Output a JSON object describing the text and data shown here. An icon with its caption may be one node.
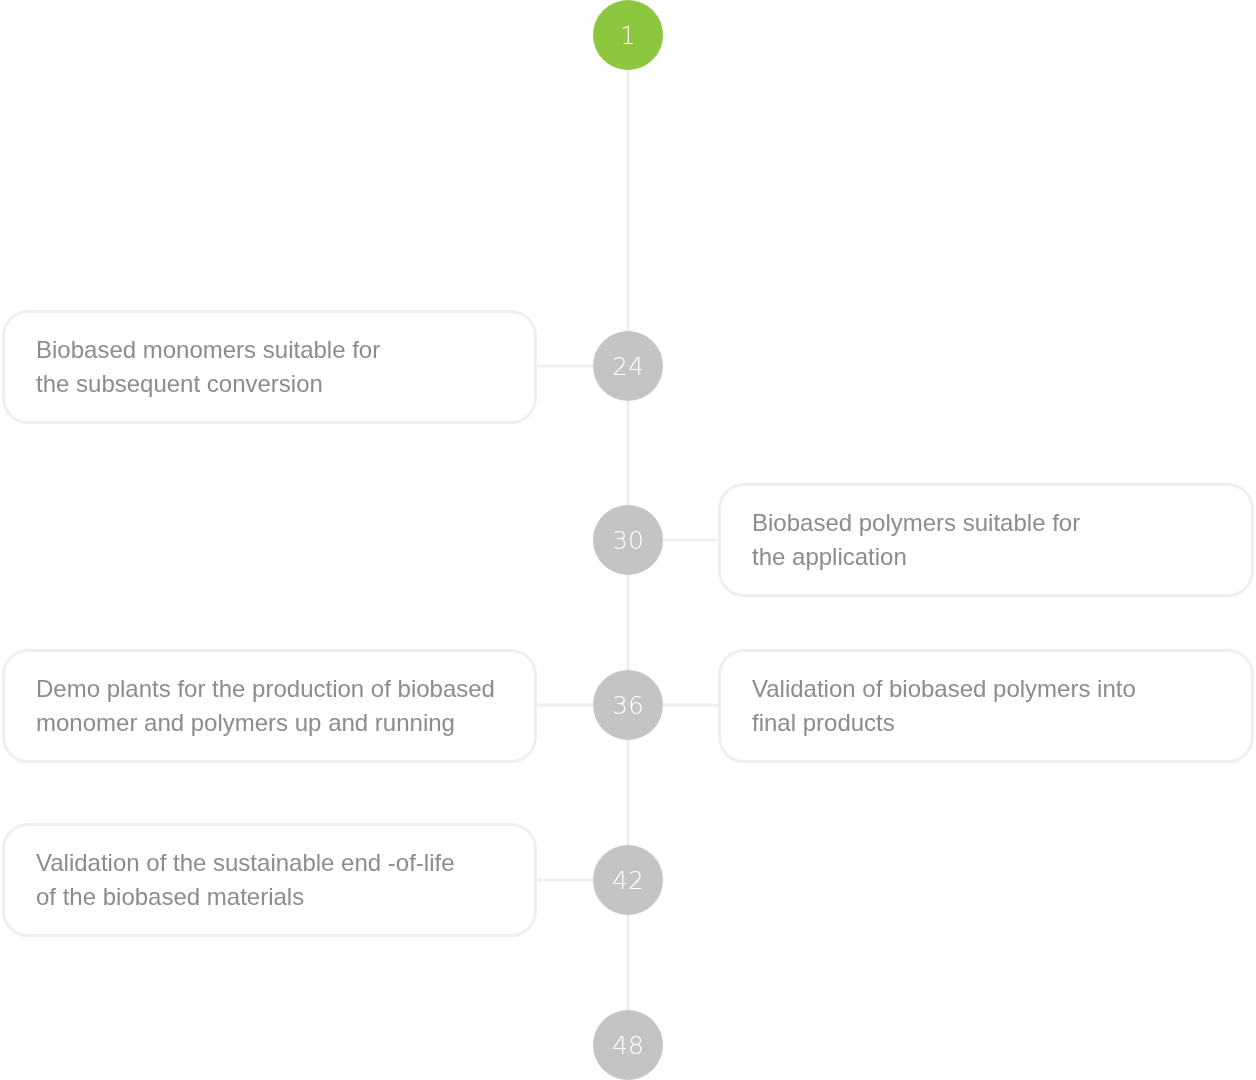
{
  "diagram": {
    "nodes": [
      {
        "text": [
          "1"
        ]
      },
      {
        "text": [
          "Biobased monomers suitable for the subsequent conversion"
        ]
      },
      {
        "text": [
          "24"
        ]
      },
      {
        "text": [
          "30"
        ]
      },
      {
        "text": [
          "Biobased polymers suitable for the application"
        ]
      },
      {
        "text": [
          "Demo plants for the production of biobased monomer and polymers up and running"
        ]
      },
      {
        "text": [
          "36"
        ]
      },
      {
        "text": [
          "Validation of biobased polymers into final products"
        ]
      },
      {
        "text": [
          "Validation of the sustainable end -of-life of the biobased materials"
        ]
      },
      {
        "text": [
          "42"
        ]
      },
      {
        "text": [
          "48"
        ]
      }
    ],
    "edges": [
      {
        "from": 0,
        "to": 2,
        "arrow": "none"
      },
      {
        "from": 1,
        "to": 2,
        "arrow": "none"
      },
      {
        "from": 2,
        "to": 3,
        "arrow": "none"
      },
      {
        "from": 3,
        "to": 4,
        "arrow": "none"
      },
      {
        "from": 3,
        "to": 6,
        "arrow": "none"
      },
      {
        "from": 5,
        "to": 6,
        "arrow": "none"
      },
      {
        "from": 6,
        "to": 7,
        "arrow": "none"
      },
      {
        "from": 6,
        "to": 9,
        "arrow": "none"
      },
      {
        "from": 8,
        "to": 9,
        "arrow": "none"
      },
      {
        "from": 9,
        "to": 10,
        "arrow": "none"
      }
    ]
  }
}
